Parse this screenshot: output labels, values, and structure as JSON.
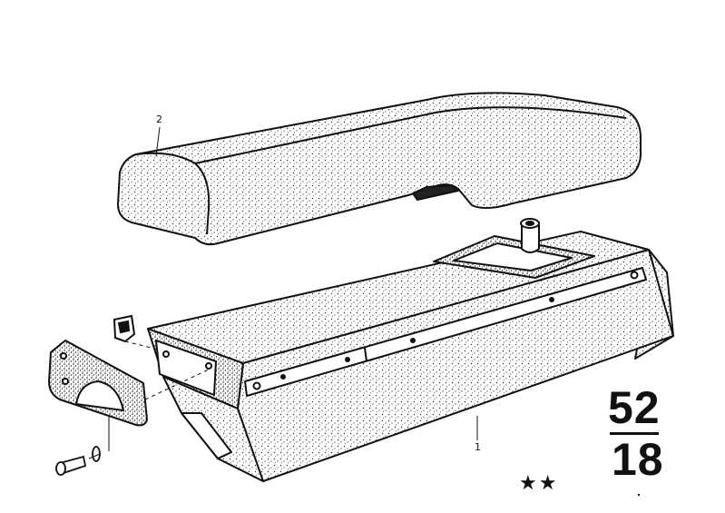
{
  "callouts": {
    "part_1": "1",
    "part_2": "2"
  },
  "group_number": {
    "main": "52",
    "sub": "18"
  },
  "marker": "★★",
  "colors": {
    "ink": "#111111",
    "paper": "#ffffff",
    "texture": "#333333"
  }
}
